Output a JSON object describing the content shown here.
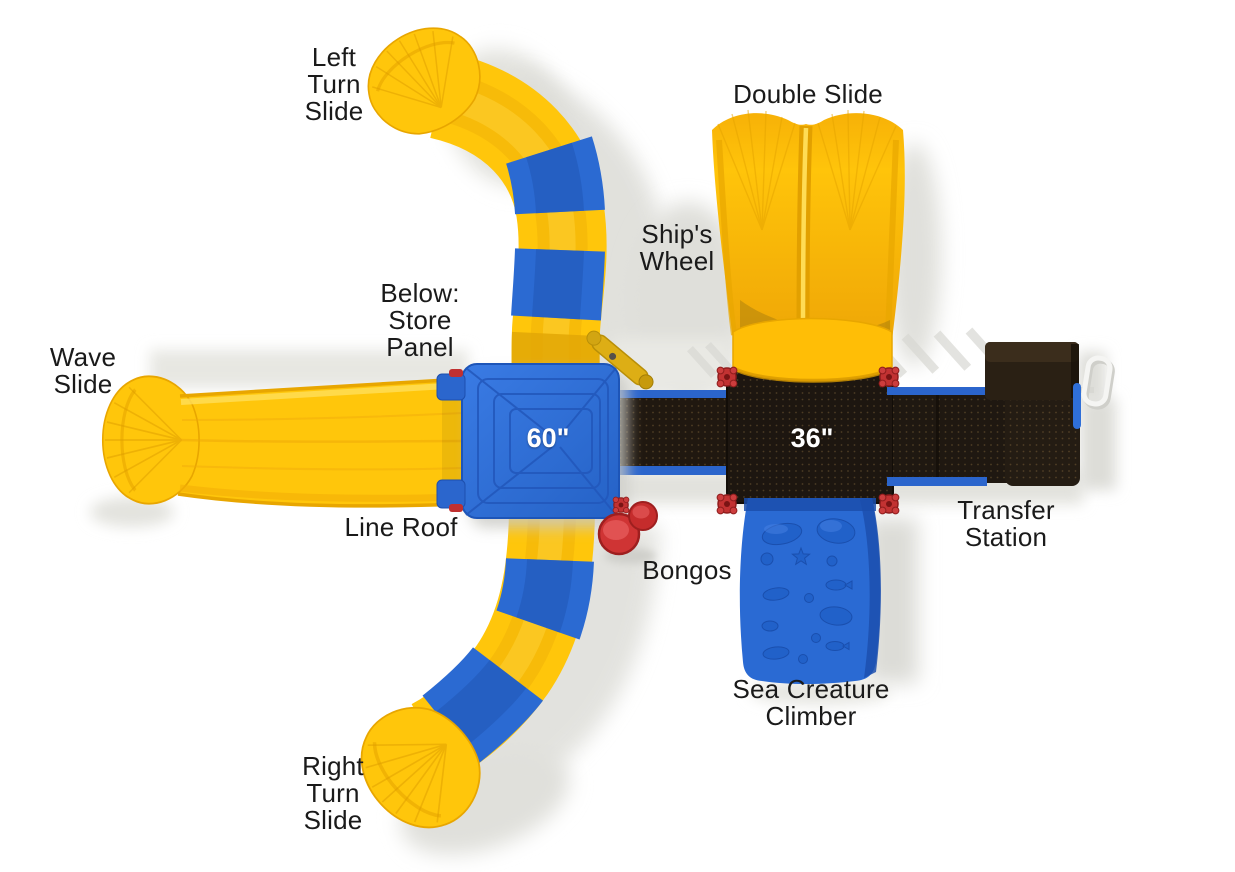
{
  "diagram": {
    "labels": {
      "left_turn_slide": "Left\nTurn\nSlide",
      "double_slide": "Double Slide",
      "ships_wheel": "Ship's\nWheel",
      "below_store_panel": "Below:\nStore\nPanel",
      "wave_slide": "Wave\nSlide",
      "line_roof": "Line Roof",
      "bongos": "Bongos",
      "transfer_station": "Transfer\nStation",
      "sea_creature_climber": "Sea Creature\nClimber",
      "right_turn_slide": "Right\nTurn\nSlide"
    },
    "measurements": {
      "roof_size": "60\"",
      "deck_height": "36\""
    },
    "colors": {
      "slide_yellow": "#FFC60B",
      "structure_blue": "#2B6AD3",
      "deck_brown": "#1E1610",
      "accent_red": "#C53030",
      "label_text": "#1A1A1A",
      "shadow_gray": "#DEDED9",
      "background": "#FFFFFF"
    }
  }
}
